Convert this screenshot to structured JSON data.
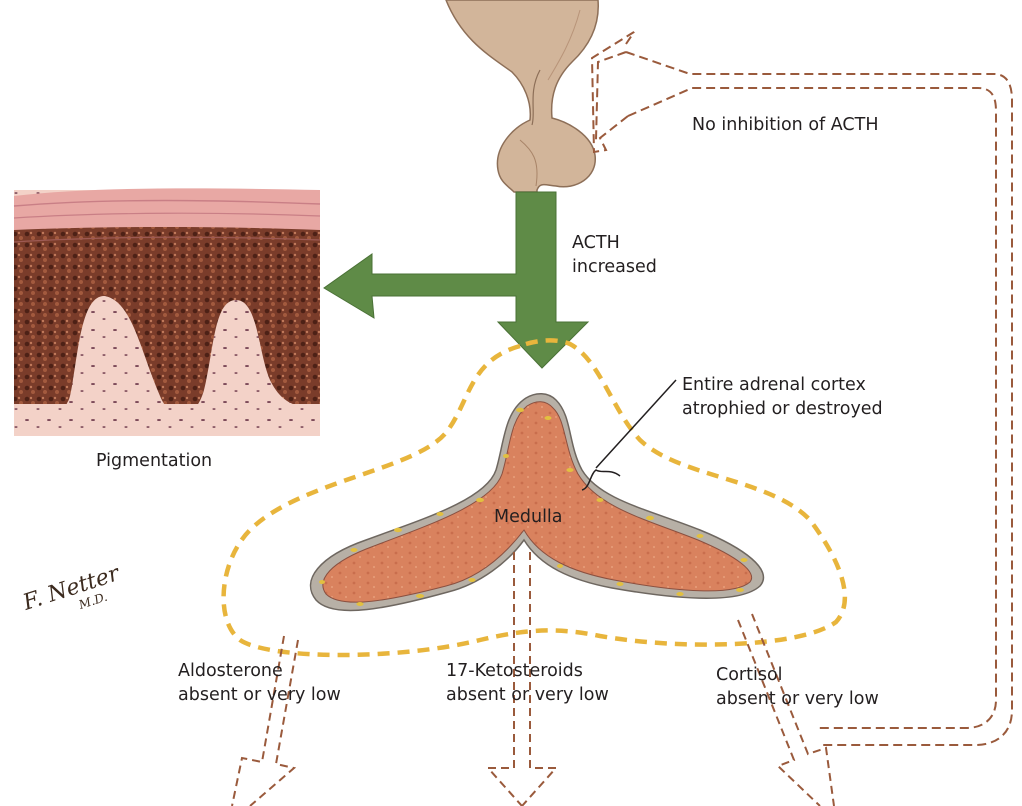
{
  "labels": {
    "no_inhibition": "No inhibition of ACTH",
    "acth_line1": "ACTH",
    "acth_line2": "increased",
    "cortex_line1": "Entire adrenal cortex",
    "cortex_line2": "atrophied or destroyed",
    "medulla": "Medulla",
    "pigmentation": "Pigmentation",
    "aldosterone_line1": "Aldosterone",
    "aldosterone_line2": "absent or very low",
    "ketosteroids_line1": "17-Ketosteroids",
    "ketosteroids_line2": "absent or very low",
    "cortisol_line1": "Cortisol",
    "cortisol_line2": "absent or very low"
  },
  "signature": "F. Netter M.D.",
  "colors": {
    "acth_arrow": "#5f8b47",
    "dashed_arrow": "#9a5a3c",
    "cortex_outline": "#e8b53c",
    "adrenal_fill": "#d9825e",
    "skin_base": "#ecb6ac",
    "pituitary": "#d2b59a"
  }
}
